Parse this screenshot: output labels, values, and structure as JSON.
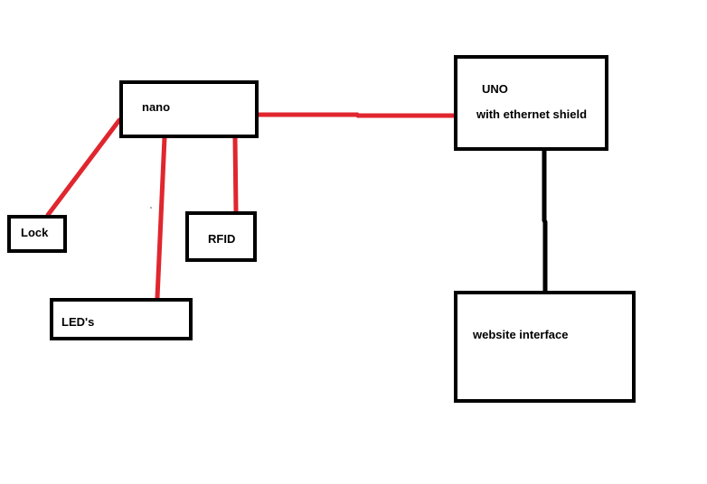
{
  "colors": {
    "wire_red": "#e0262e",
    "wire_black": "#000000",
    "box_border": "#000000"
  },
  "nodes": {
    "nano": "nano",
    "lock": "Lock",
    "rfid": "RFID",
    "leds": "LED's",
    "uno_title": "UNO",
    "uno_subtitle": "with ethernet shield",
    "website": "website interface"
  }
}
